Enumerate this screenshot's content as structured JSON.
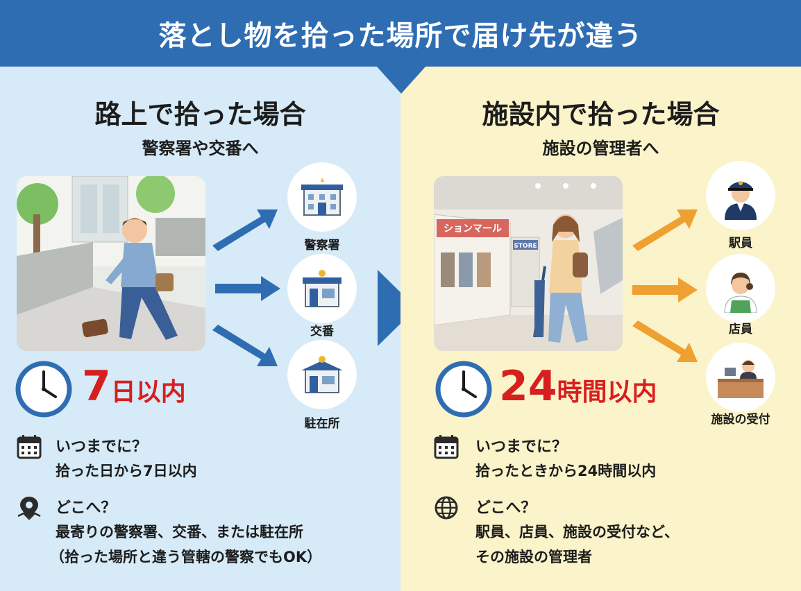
{
  "header": {
    "title": "落とし物を拾った場所で届け先が違う"
  },
  "left": {
    "title": "路上で拾った場合",
    "subtitle": "警察署や交番へ",
    "destinations": [
      {
        "label": "警察署",
        "icon": "police-station-icon"
      },
      {
        "label": "交番",
        "icon": "koban-icon"
      },
      {
        "label": "駐在所",
        "icon": "residential-police-box-icon"
      }
    ],
    "deadline": {
      "number": "7",
      "unit": "日以内"
    },
    "when": {
      "heading": "いつまでに？",
      "body": "拾った日から7日以内"
    },
    "where": {
      "heading": "どこへ？",
      "line1": "最寄りの警察署、交番、または駐在所",
      "line2": "（拾った場所と違う管轄の警察でもOK）"
    }
  },
  "right": {
    "title": "施設内で拾った場合",
    "subtitle": "施設の管理者へ",
    "shop_sign1": "ションマール",
    "shop_sign2": "STORE",
    "destinations": [
      {
        "label": "駅員",
        "icon": "station-staff-icon"
      },
      {
        "label": "店員",
        "icon": "store-clerk-icon"
      },
      {
        "label": "施設の受付",
        "icon": "reception-desk-icon"
      }
    ],
    "deadline": {
      "number": "24",
      "unit": "時間以内"
    },
    "when": {
      "heading": "いつまでに？",
      "body": "拾ったときから24時間以内"
    },
    "where": {
      "heading": "どこへ？",
      "line1": "駅員、店員、施設の受付など、",
      "line2": "その施設の管理者"
    }
  },
  "colors": {
    "header_blue": "#2f6db3",
    "left_bg": "#d6eaf7",
    "right_bg": "#fbf3c9",
    "deadline_red": "#d71f1f",
    "arrow_blue": "#2f6db3",
    "arrow_orange": "#f0a030"
  }
}
